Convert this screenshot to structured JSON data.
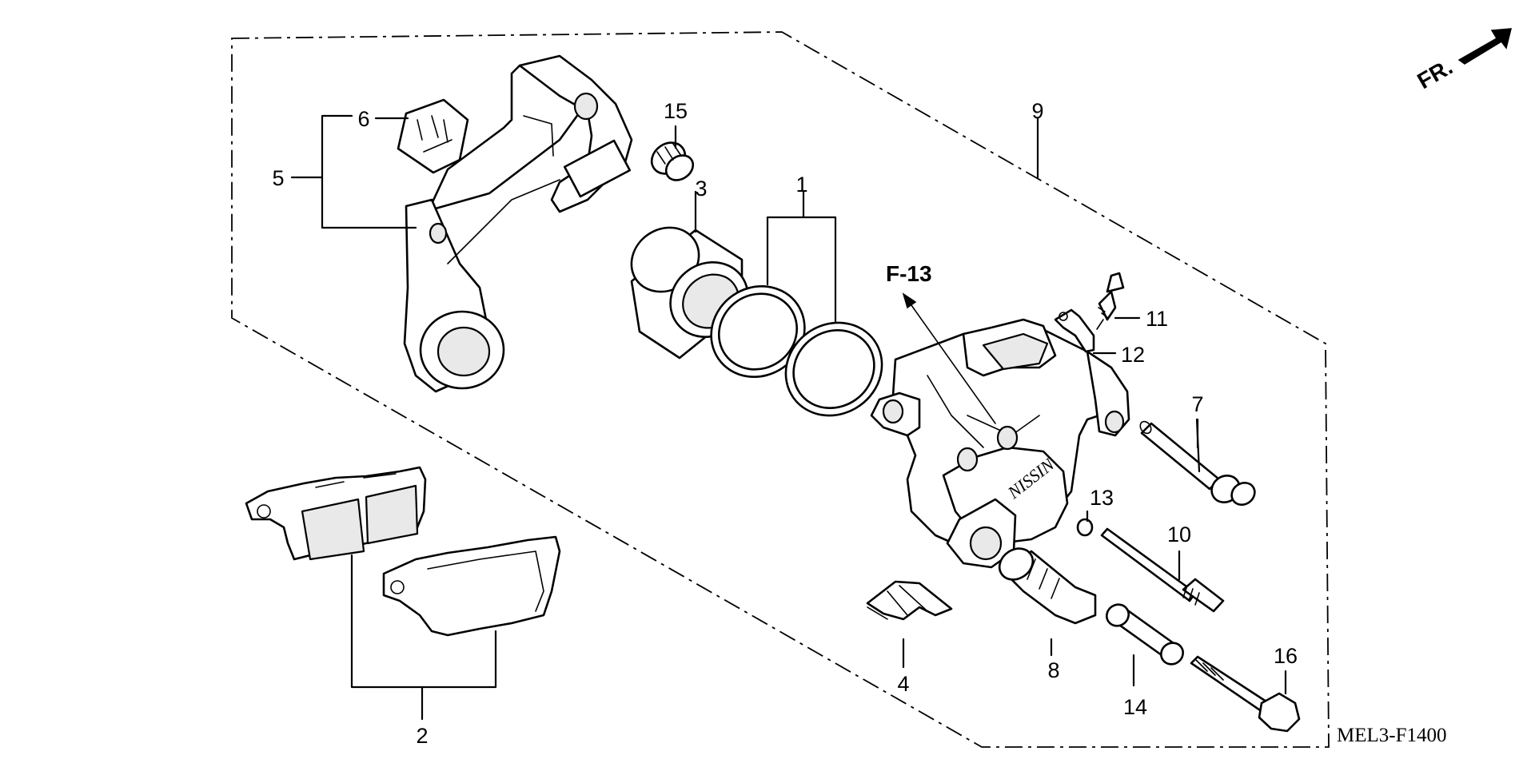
{
  "diagram": {
    "code": "MEL3-F1400",
    "direction_label": "FR.",
    "reference": "F-13",
    "brand": "NISSIN",
    "callouts": [
      "1",
      "2",
      "3",
      "4",
      "5",
      "6",
      "7",
      "8",
      "9",
      "10",
      "11",
      "12",
      "13",
      "14",
      "15",
      "16"
    ]
  }
}
